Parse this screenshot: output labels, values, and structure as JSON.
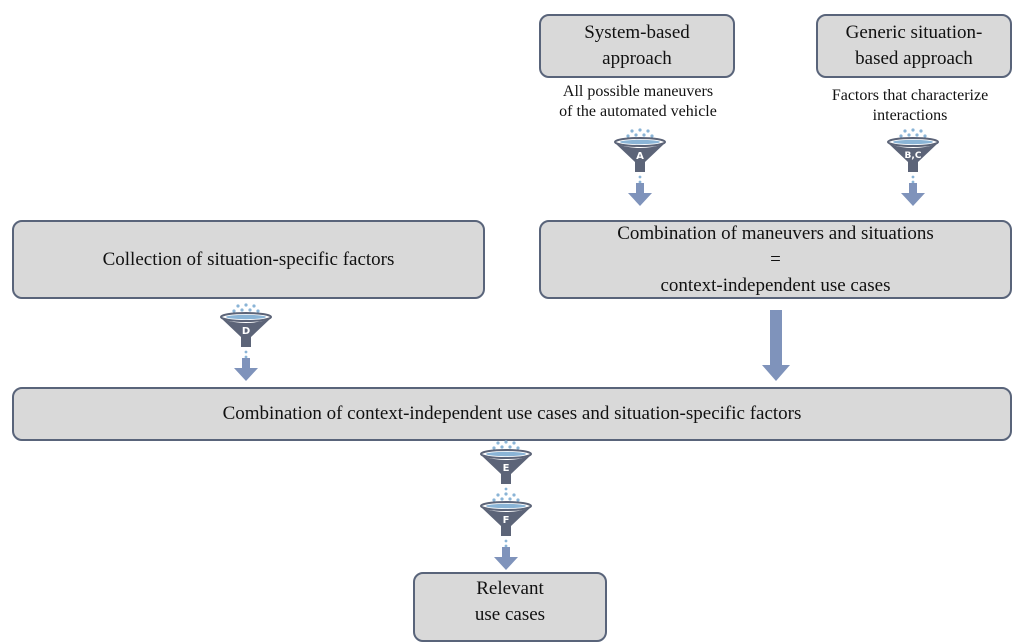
{
  "boxes": {
    "system_based": [
      "System-based",
      "approach"
    ],
    "generic_situation": [
      "Generic situation-",
      "based approach"
    ],
    "situation_specific": "Collection of situation-specific factors",
    "combination_maneuvers": [
      "Combination of maneuvers and situations",
      "=",
      "context-independent use cases"
    ],
    "combination_context": "Combination of context-independent use cases and situation-specific factors",
    "relevant": [
      "Relevant",
      "use cases"
    ]
  },
  "labels": {
    "maneuvers": [
      "All possible maneuvers",
      "of the automated vehicle"
    ],
    "factors": [
      "Factors that characterize",
      "interactions"
    ]
  },
  "filters": {
    "a": "A",
    "bc": "B,C",
    "d": "D",
    "e": "E",
    "f": "F"
  },
  "colors": {
    "box_fill": "#d9d9d9",
    "box_border": "#59647a",
    "funnel": "#5c6478",
    "arrow": "#7f93bb",
    "drops": "#8ab4d6"
  }
}
